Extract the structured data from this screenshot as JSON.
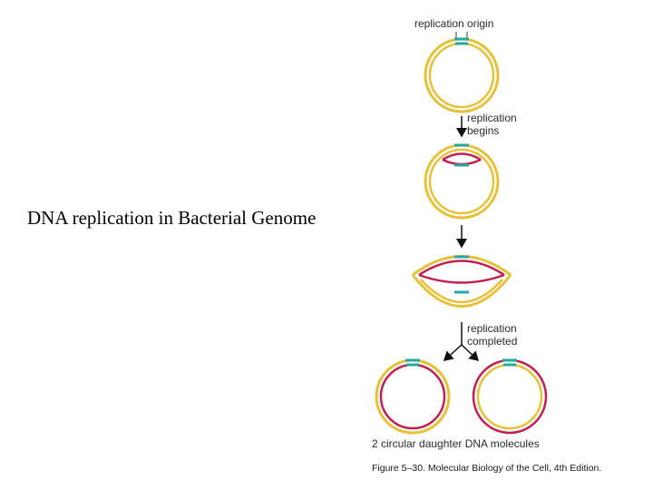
{
  "slide": {
    "title": "DNA replication in Bacterial Genome"
  },
  "figure": {
    "labels": {
      "origin": "replication origin",
      "begins_line1": "replication",
      "begins_line2": "begins",
      "completed_line1": "replication",
      "completed_line2": "completed",
      "daughters": "2 circular daughter DNA molecules"
    },
    "caption": "Figure 5–30. Molecular Biology of the Cell, 4th Edition."
  },
  "colors": {
    "parental_strand": "#e6c13a",
    "new_strand": "#c3204f",
    "origin_marker": "#26a8a0"
  }
}
